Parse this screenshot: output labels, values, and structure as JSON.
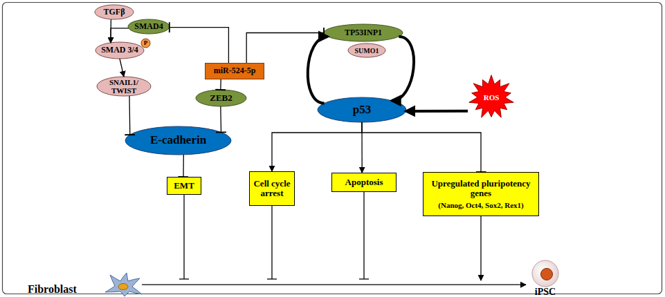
{
  "diagram": {
    "nodes": [
      {
        "text": [
          "TGFβ"
        ]
      },
      {
        "text": [
          "SMAD4"
        ]
      },
      {
        "text": [
          "SMAD 3/4"
        ]
      },
      {
        "text": [
          "P"
        ],
        "in": 2
      },
      {
        "text": [
          "miR-524-5p"
        ]
      },
      {
        "text": [
          "TP53INP1"
        ]
      },
      {
        "text": [
          "SUMO1"
        ]
      },
      {
        "text": [
          "SNAIL1/ TWIST"
        ]
      },
      {
        "text": [
          "ZEB2"
        ]
      },
      {
        "text": [
          "p53"
        ]
      },
      {
        "text": [
          "ROS"
        ]
      },
      {
        "text": [
          "E-cadherin"
        ]
      },
      {
        "text": [
          "EMT"
        ]
      },
      {
        "text": [
          "Cell cycle arrest"
        ]
      },
      {
        "text": [
          "Apoptosis"
        ]
      },
      {
        "text": [
          "Upregulated pluripotency genes",
          "(Nanog, Oct4, Sox2, Rex1)"
        ]
      },
      {
        "text": [
          "Fibroblast"
        ]
      },
      {
        "text": [
          "iPSC"
        ]
      }
    ],
    "edges": [
      {
        "from": 0,
        "to": 2,
        "arrow": "to"
      },
      {
        "from": 1,
        "to": 2,
        "arrow": "to"
      },
      {
        "from": 4,
        "to": 1,
        "arrow": "to"
      },
      {
        "from": 4,
        "to": 5,
        "arrow": "to"
      },
      {
        "from": 4,
        "to": 8,
        "arrow": "to"
      },
      {
        "from": 2,
        "to": 7,
        "arrow": "to"
      },
      {
        "from": 7,
        "to": 11,
        "arrow": "to"
      },
      {
        "from": 8,
        "to": 11,
        "arrow": "to"
      },
      {
        "from": 11,
        "to": 12,
        "arrow": "to"
      },
      {
        "from": 9,
        "to": 5,
        "arrow": "to"
      },
      {
        "from": 5,
        "to": 9,
        "arrow": "to"
      },
      {
        "from": 10,
        "to": 9,
        "arrow": "to"
      },
      {
        "from": 9,
        "to": 13,
        "arrow": "to"
      },
      {
        "from": 9,
        "to": 14,
        "arrow": "to"
      },
      {
        "from": 9,
        "to": 15,
        "arrow": "to"
      },
      {
        "from": 16,
        "to": 17,
        "arrow": "to"
      }
    ]
  }
}
